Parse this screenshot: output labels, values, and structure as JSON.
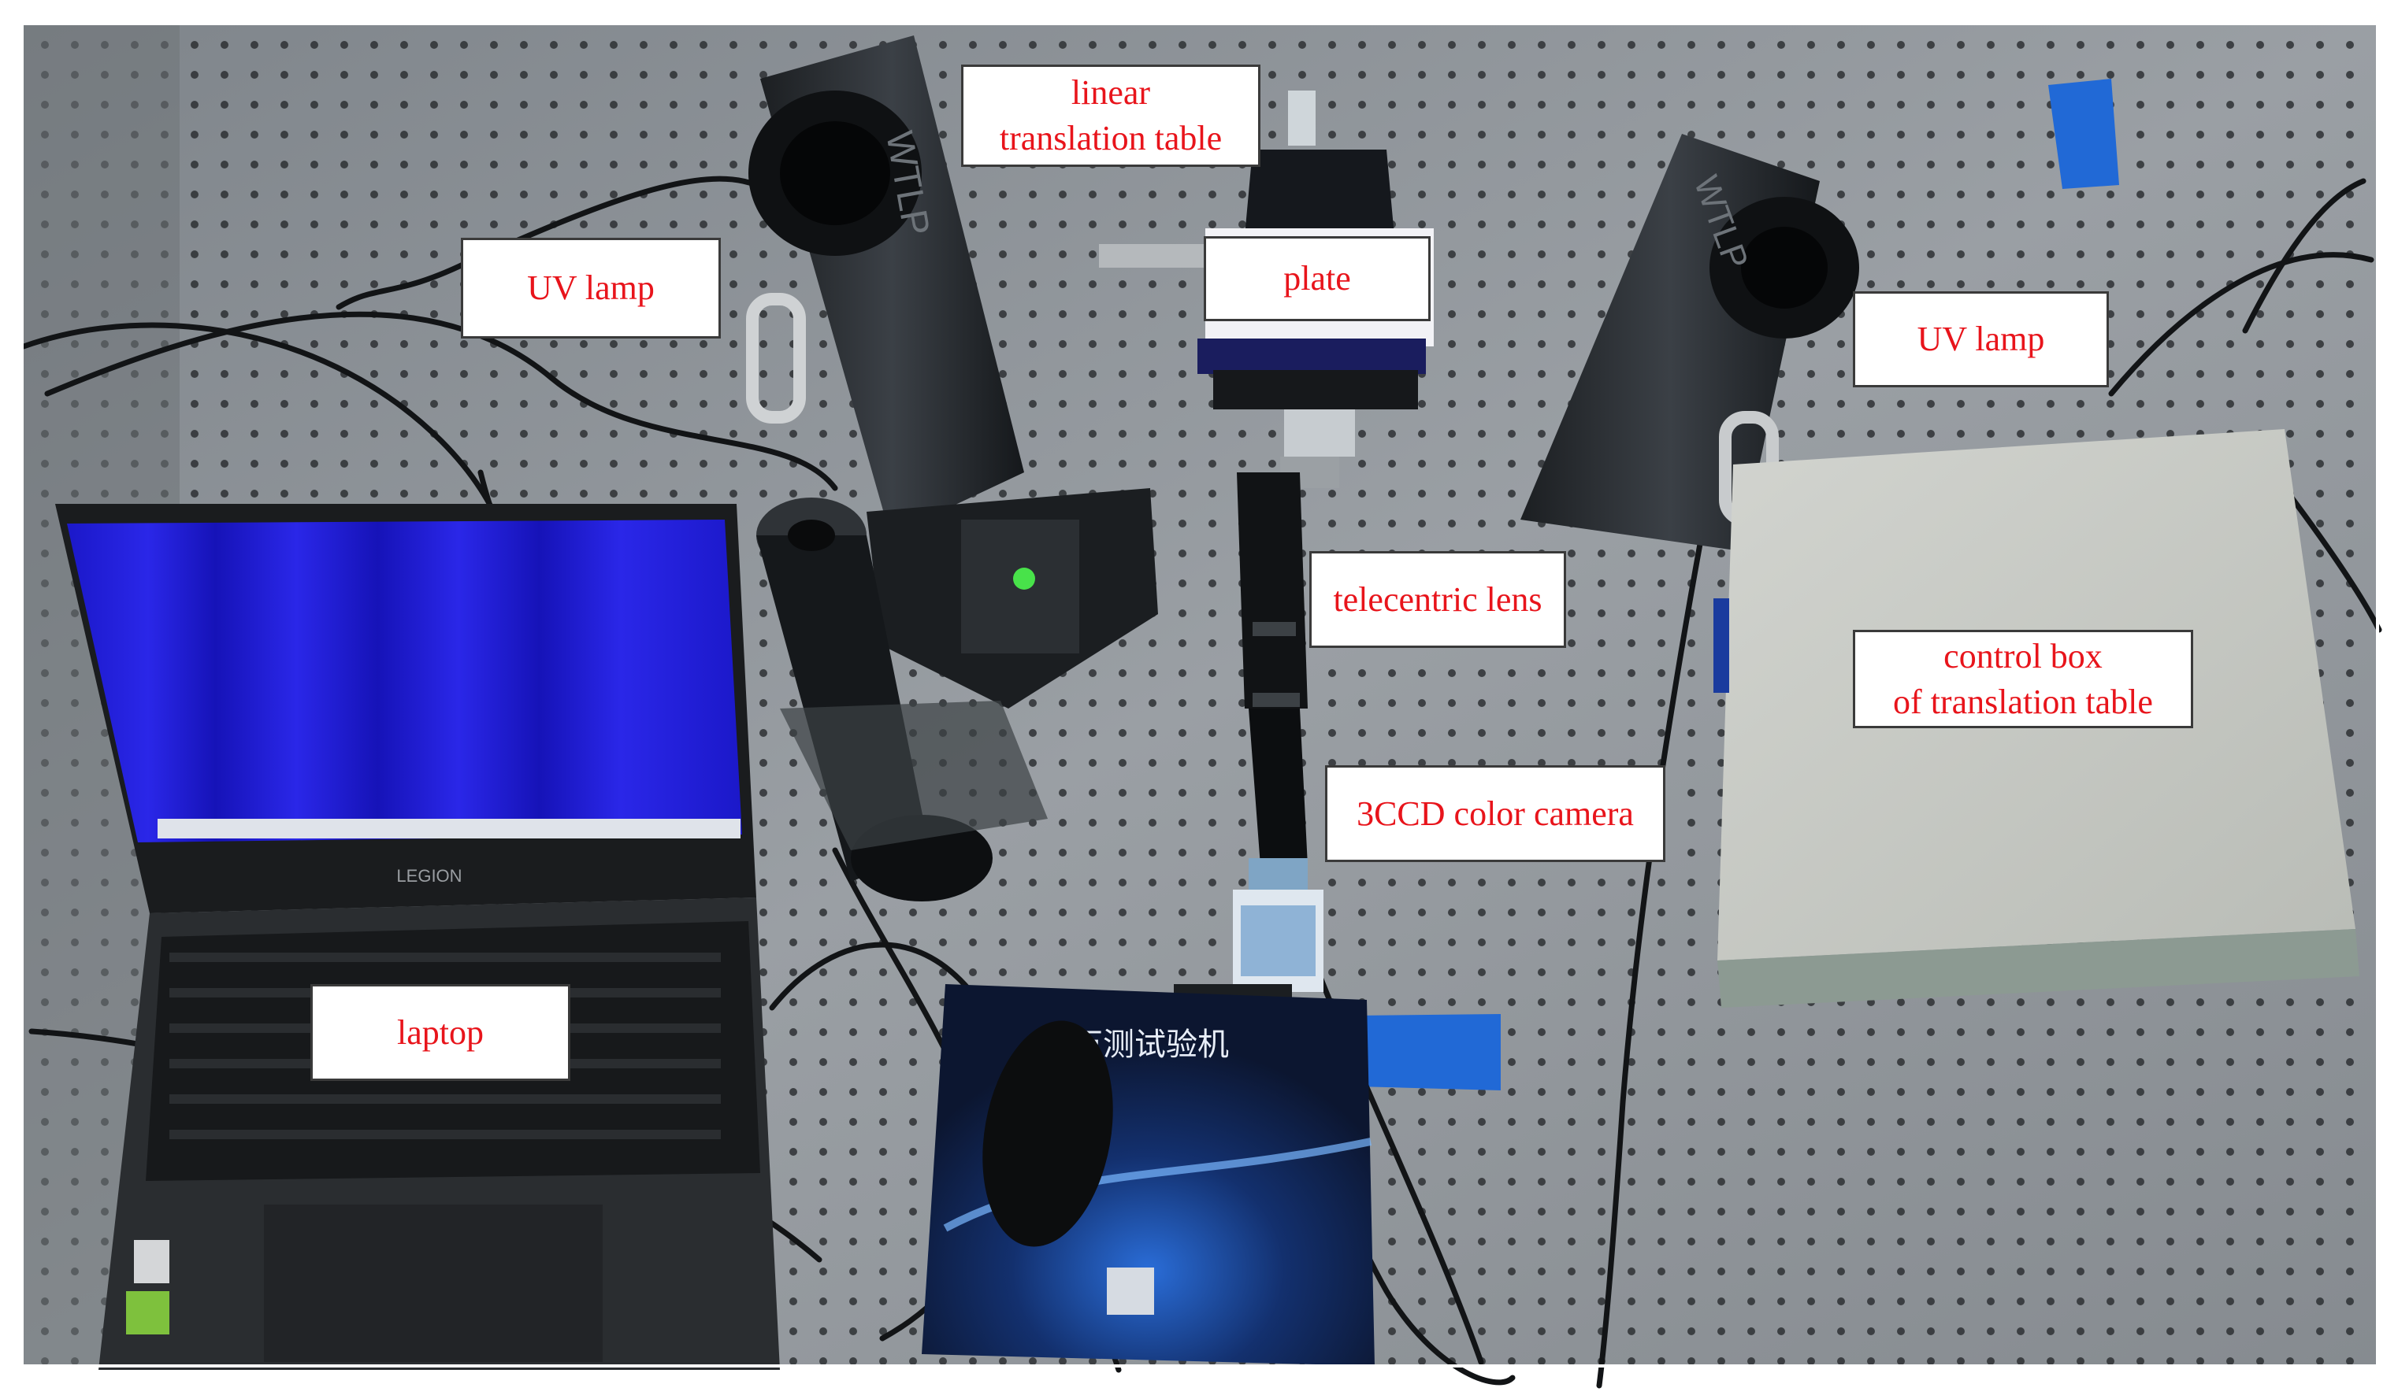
{
  "labels": {
    "linear_translation_table": {
      "line1": "linear",
      "line2": "translation table"
    },
    "uv_lamp_left": "UV lamp",
    "plate": "plate",
    "uv_lamp_right": "UV lamp",
    "telecentric_lens": "telecentric lens",
    "control_box": {
      "line1": "control box",
      "line2": "of translation table"
    },
    "camera": "3CCD color camera",
    "laptop": "laptop"
  },
  "scene": {
    "laptop_brand": "LEGION",
    "mousepad_text": "万测试验机",
    "lamp_logo": "WTLP"
  },
  "colors": {
    "label_text": "#e8141b",
    "screen_blue": "#1a17d6",
    "table_gray": "#8e9398"
  }
}
